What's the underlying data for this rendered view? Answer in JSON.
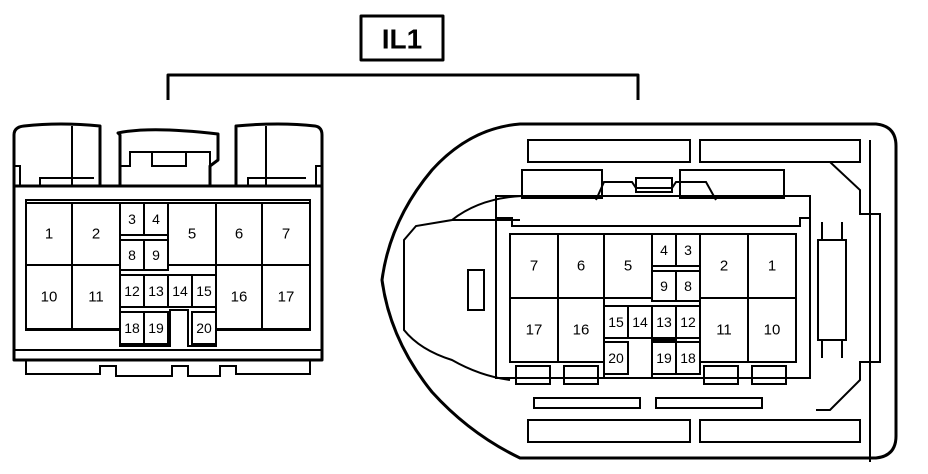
{
  "diagram": {
    "label": "IL1",
    "female_connector": {
      "pins": [
        {
          "id": "1",
          "label": "1"
        },
        {
          "id": "2",
          "label": "2"
        },
        {
          "id": "3",
          "label": "3"
        },
        {
          "id": "4",
          "label": "4"
        },
        {
          "id": "5",
          "label": "5"
        },
        {
          "id": "6",
          "label": "6"
        },
        {
          "id": "7",
          "label": "7"
        },
        {
          "id": "8",
          "label": "8"
        },
        {
          "id": "9",
          "label": "9"
        },
        {
          "id": "10",
          "label": "10"
        },
        {
          "id": "11",
          "label": "11"
        },
        {
          "id": "12",
          "label": "12"
        },
        {
          "id": "13",
          "label": "13"
        },
        {
          "id": "14",
          "label": "14"
        },
        {
          "id": "15",
          "label": "15"
        },
        {
          "id": "16",
          "label": "16"
        },
        {
          "id": "17",
          "label": "17"
        },
        {
          "id": "18",
          "label": "18"
        },
        {
          "id": "19",
          "label": "19"
        },
        {
          "id": "20",
          "label": "20"
        }
      ]
    },
    "male_connector": {
      "pins": [
        {
          "id": "7",
          "label": "7"
        },
        {
          "id": "6",
          "label": "6"
        },
        {
          "id": "5",
          "label": "5"
        },
        {
          "id": "4",
          "label": "4"
        },
        {
          "id": "3",
          "label": "3"
        },
        {
          "id": "2",
          "label": "2"
        },
        {
          "id": "1",
          "label": "1"
        },
        {
          "id": "9",
          "label": "9"
        },
        {
          "id": "8",
          "label": "8"
        },
        {
          "id": "17",
          "label": "17"
        },
        {
          "id": "16",
          "label": "16"
        },
        {
          "id": "15",
          "label": "15"
        },
        {
          "id": "14",
          "label": "14"
        },
        {
          "id": "13",
          "label": "13"
        },
        {
          "id": "12",
          "label": "12"
        },
        {
          "id": "11",
          "label": "11"
        },
        {
          "id": "10",
          "label": "10"
        },
        {
          "id": "20",
          "label": "20"
        },
        {
          "id": "19",
          "label": "19"
        },
        {
          "id": "18",
          "label": "18"
        }
      ]
    }
  }
}
